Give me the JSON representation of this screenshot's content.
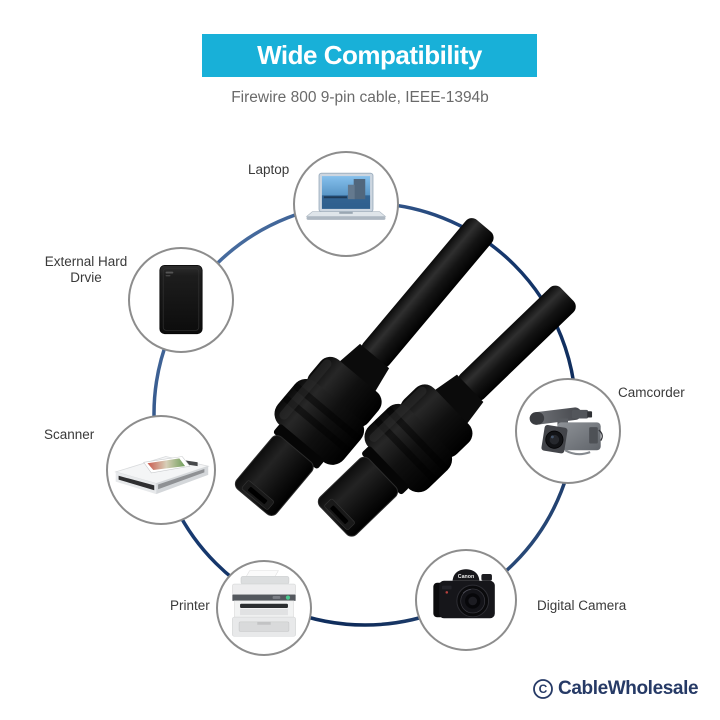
{
  "header": {
    "banner_title": "Wide Compatibility",
    "subtitle": "Firewire 800 9-pin cable, IEEE-1394b"
  },
  "devices": [
    {
      "name": "laptop",
      "label": "Laptop"
    },
    {
      "name": "external-hard-drive",
      "label": "External Hard Drvie"
    },
    {
      "name": "scanner",
      "label": "Scanner"
    },
    {
      "name": "printer",
      "label": "Printer"
    },
    {
      "name": "digital-camera",
      "label": "Digital Camera",
      "device_text": "Canon"
    },
    {
      "name": "camcorder",
      "label": "Camcorder"
    }
  ],
  "product": {
    "description": "Firewire 800 9-pin black cable with two connectors"
  },
  "footer": {
    "brand": "CableWholesale",
    "logo_icon": "c-in-circle"
  },
  "colors": {
    "banner_bg": "#18b0d8",
    "banner_text": "#ffffff",
    "subtitle_text": "#6a6a6a",
    "ring_dark": "#16386e",
    "ring_light": "#87a3c9",
    "circle_border": "#8d8d8d",
    "label_text": "#3a3a3a",
    "logo_navy": "#263a66"
  }
}
